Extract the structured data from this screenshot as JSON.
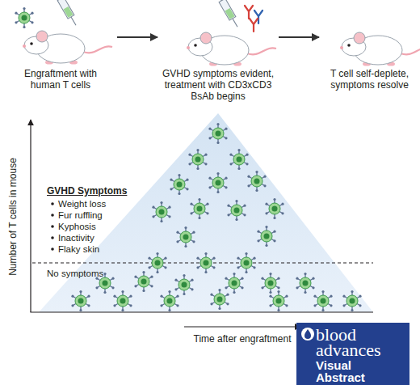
{
  "diagram": {
    "nodes": [
      {
        "text": [
          "Engraftment with human T cells"
        ]
      },
      {
        "text": [
          "GVHD symptoms evident, treatment with CD3xCD3 BsAb begins"
        ]
      },
      {
        "text": [
          "T cell self-deplete, symptoms resolve"
        ]
      },
      {
        "text": [
          "blood advances",
          "Visual Abstract"
        ]
      }
    ],
    "edges": [
      {
        "from": 0,
        "to": 1,
        "arrow": "to"
      },
      {
        "from": 1,
        "to": 2,
        "arrow": "to"
      }
    ],
    "labels": [
      "GVHD Symptoms",
      "Weight loss",
      "Fur ruffling",
      "Kyphosis",
      "Inactivity",
      "Flaky skin",
      "No symptoms",
      "Number of T cells in mouse",
      "Time after engraftment"
    ]
  }
}
